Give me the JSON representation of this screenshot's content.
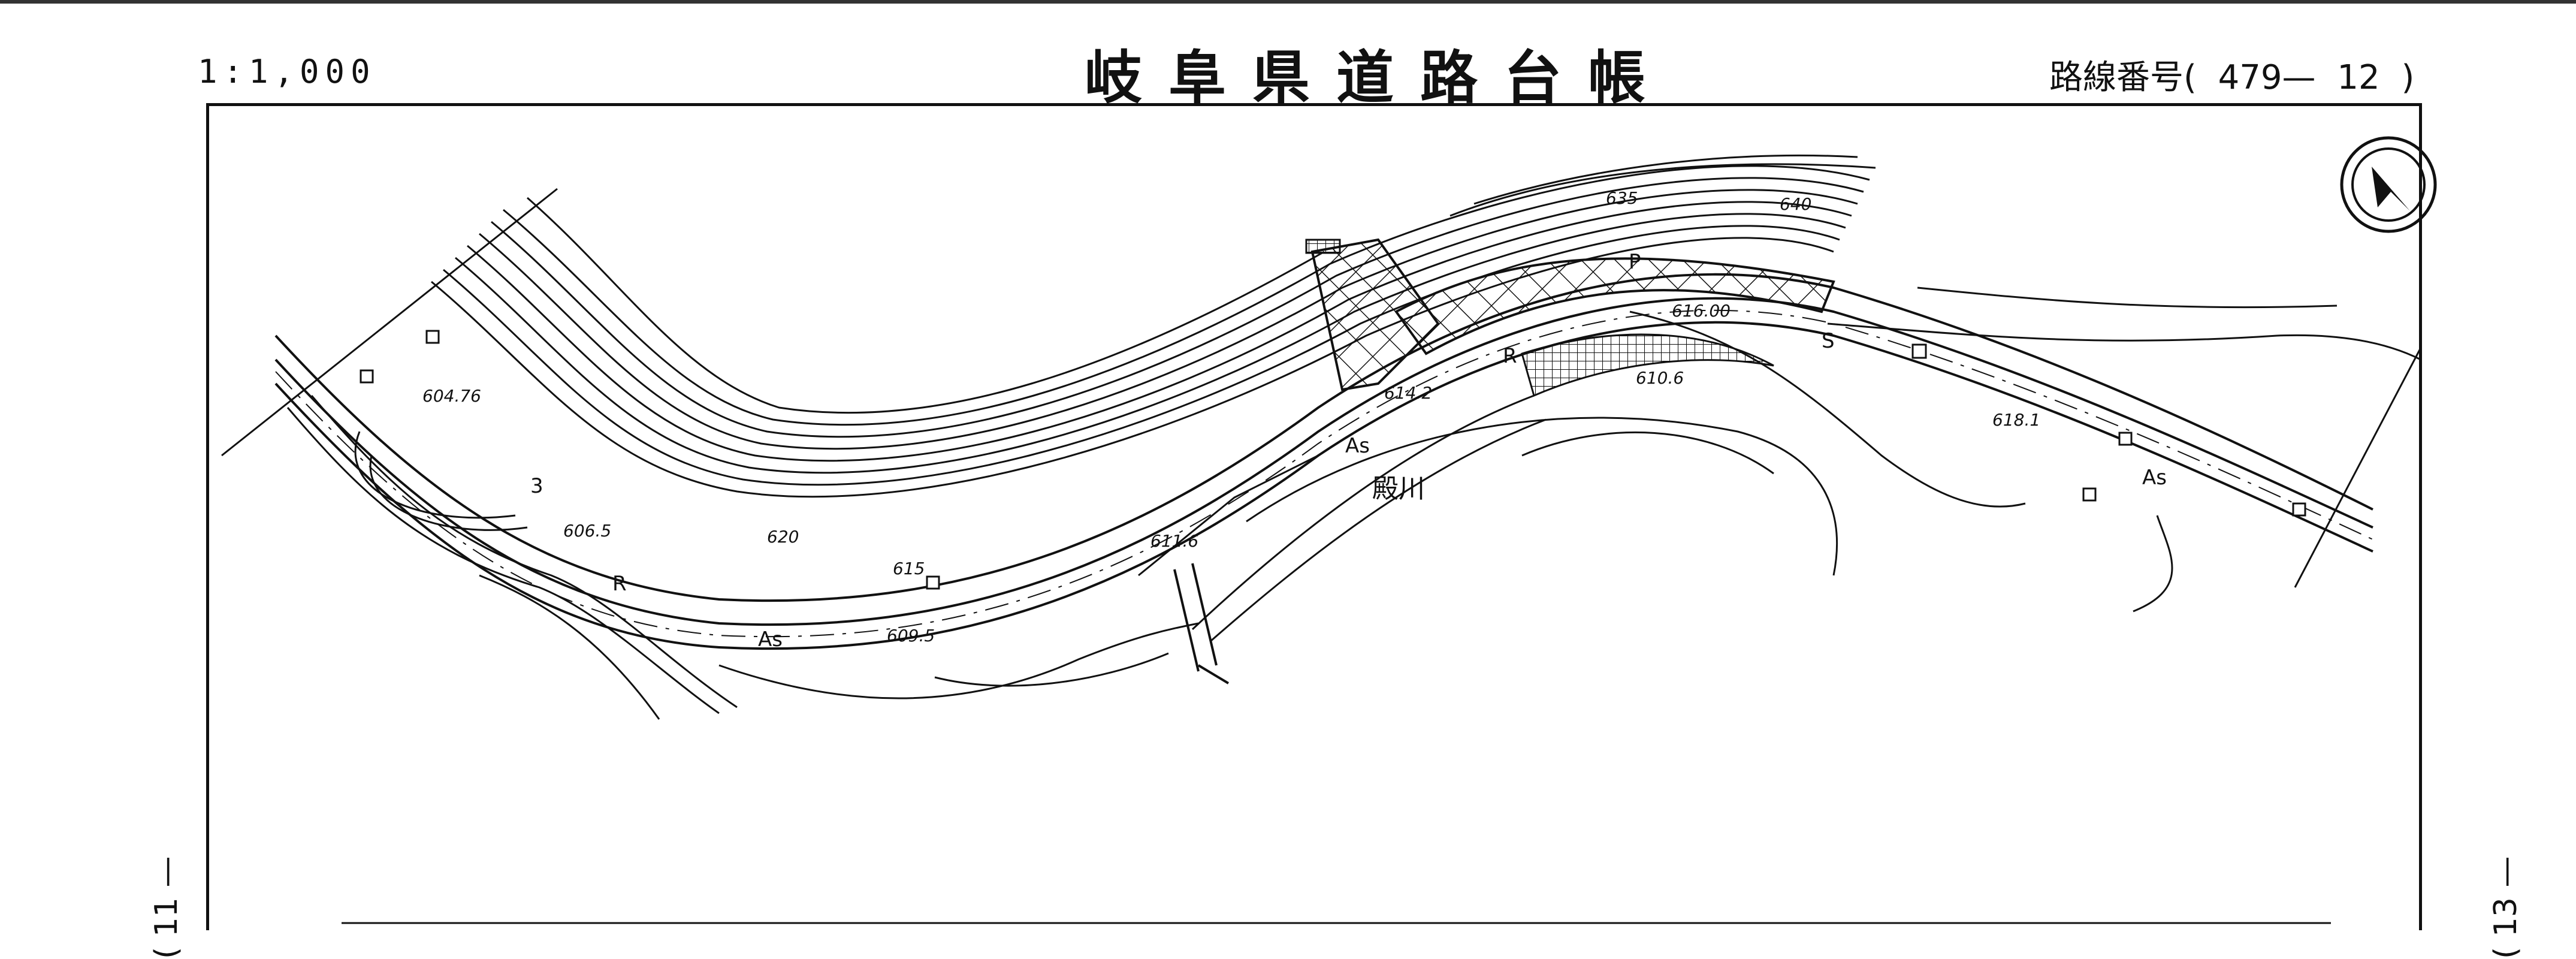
{
  "header": {
    "scale": "1:1,000",
    "title": "岐阜県道路台帳",
    "route_prefix": "路線番号(",
    "route_number": "479—",
    "sheet_number": "12",
    "route_suffix": ")"
  },
  "adjacent_sheets": {
    "left": "( 11 —",
    "right": "( 13 —"
  },
  "map_labels": {
    "elev_604": "604.76",
    "elev_6065": "606.5",
    "elev_6095": "609.5",
    "elev_6116": "611.6",
    "elev_6142": "614.2",
    "elev_61600": "616.00",
    "elev_6106": "610.6",
    "elev_6181": "618.1",
    "contour_620": "620",
    "contour_615": "615",
    "contour_635": "635",
    "contour_640": "640",
    "surface_as1": "As",
    "surface_as2": "As",
    "surface_as3": "As",
    "river": "殿川",
    "marker_p": "P",
    "marker_r1": "R",
    "marker_r2": "R",
    "marker_s": "S",
    "marker_3": "3"
  },
  "colors": {
    "line": "#111111",
    "background": "#ffffff"
  },
  "icons": {
    "north_arrow": "north-arrow-icon"
  }
}
